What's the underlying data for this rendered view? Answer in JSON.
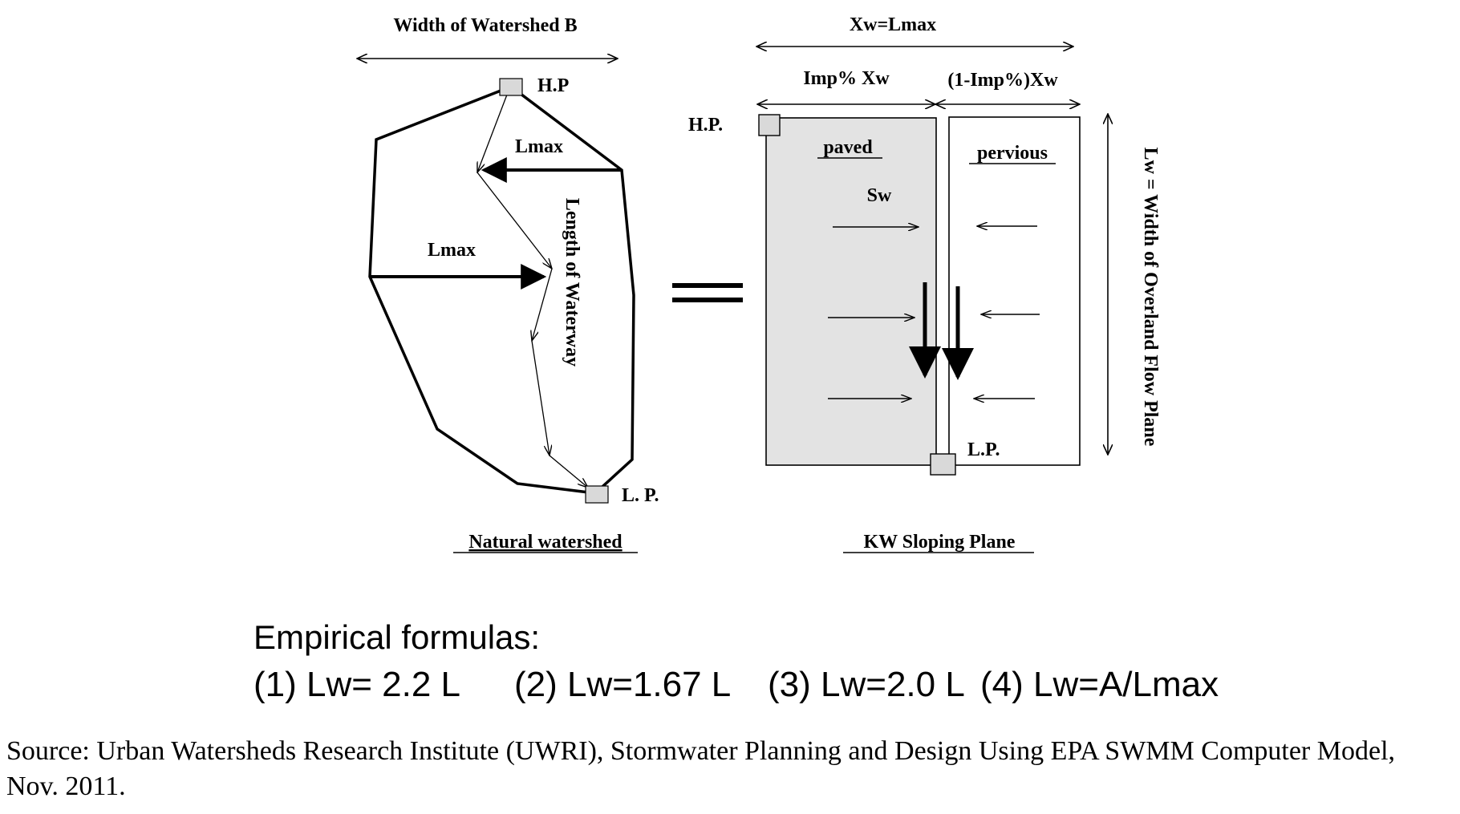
{
  "labels": {
    "width_watershed_b": "Width of Watershed B",
    "hp_left": "H.P",
    "lp_left": "L. P.",
    "lmax_top": "Lmax",
    "lmax_mid": "Lmax",
    "length_waterway": "Length of Waterway",
    "natural_watershed": "Natural watershed",
    "xw_lmax": "Xw=Lmax",
    "imp_xw": "Imp% Xw",
    "one_minus_imp_xw": "(1-Imp%)Xw",
    "hp_right": "H.P.",
    "lp_right": "L.P.",
    "paved": "paved",
    "pervious": "pervious",
    "sw": "Sw",
    "lw_width": "Lw = Width of Overland Flow Plane",
    "kw_sloping_plane": "KW Sloping Plane"
  },
  "formulas": {
    "title": "Empirical formulas:",
    "f1": "(1) Lw= 2.2 L",
    "f2": "(2) Lw=1.67 L",
    "f3": "(3) Lw=2.0 L",
    "f4": "(4) Lw=A/Lmax"
  },
  "source": "Source: Urban Watersheds Research Institute (UWRI), Stormwater Planning and Design Using EPA SWMM Computer Model, Nov. 2011.",
  "colors": {
    "paved_fill": "#e3e3e3",
    "node_fill": "#d9d9d9",
    "stroke": "#000000"
  }
}
